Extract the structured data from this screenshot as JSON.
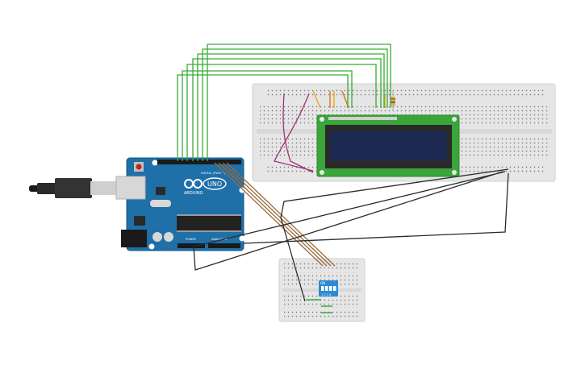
{
  "arduino": {
    "brand": "ARDUINO",
    "model": "UNO",
    "digital_label": "DIGITAL (PWM ~)",
    "power_label": "POWER",
    "analog_label": "ANALOG IN"
  },
  "dip_switch": {
    "label": "ON",
    "numbers": "1 2 3 4"
  },
  "colors": {
    "board_blue": "#1f6fa8",
    "breadboard": "#e6e6e6",
    "lcd_pcb": "#3aa53a",
    "lcd_screen": "#1c2a52",
    "wire_green": "#3aaa35",
    "wire_brown": "#9a6a3a",
    "wire_purple": "#a0307a",
    "wire_dark": "#2b2b2b",
    "dip_blue": "#2b8ad6"
  }
}
